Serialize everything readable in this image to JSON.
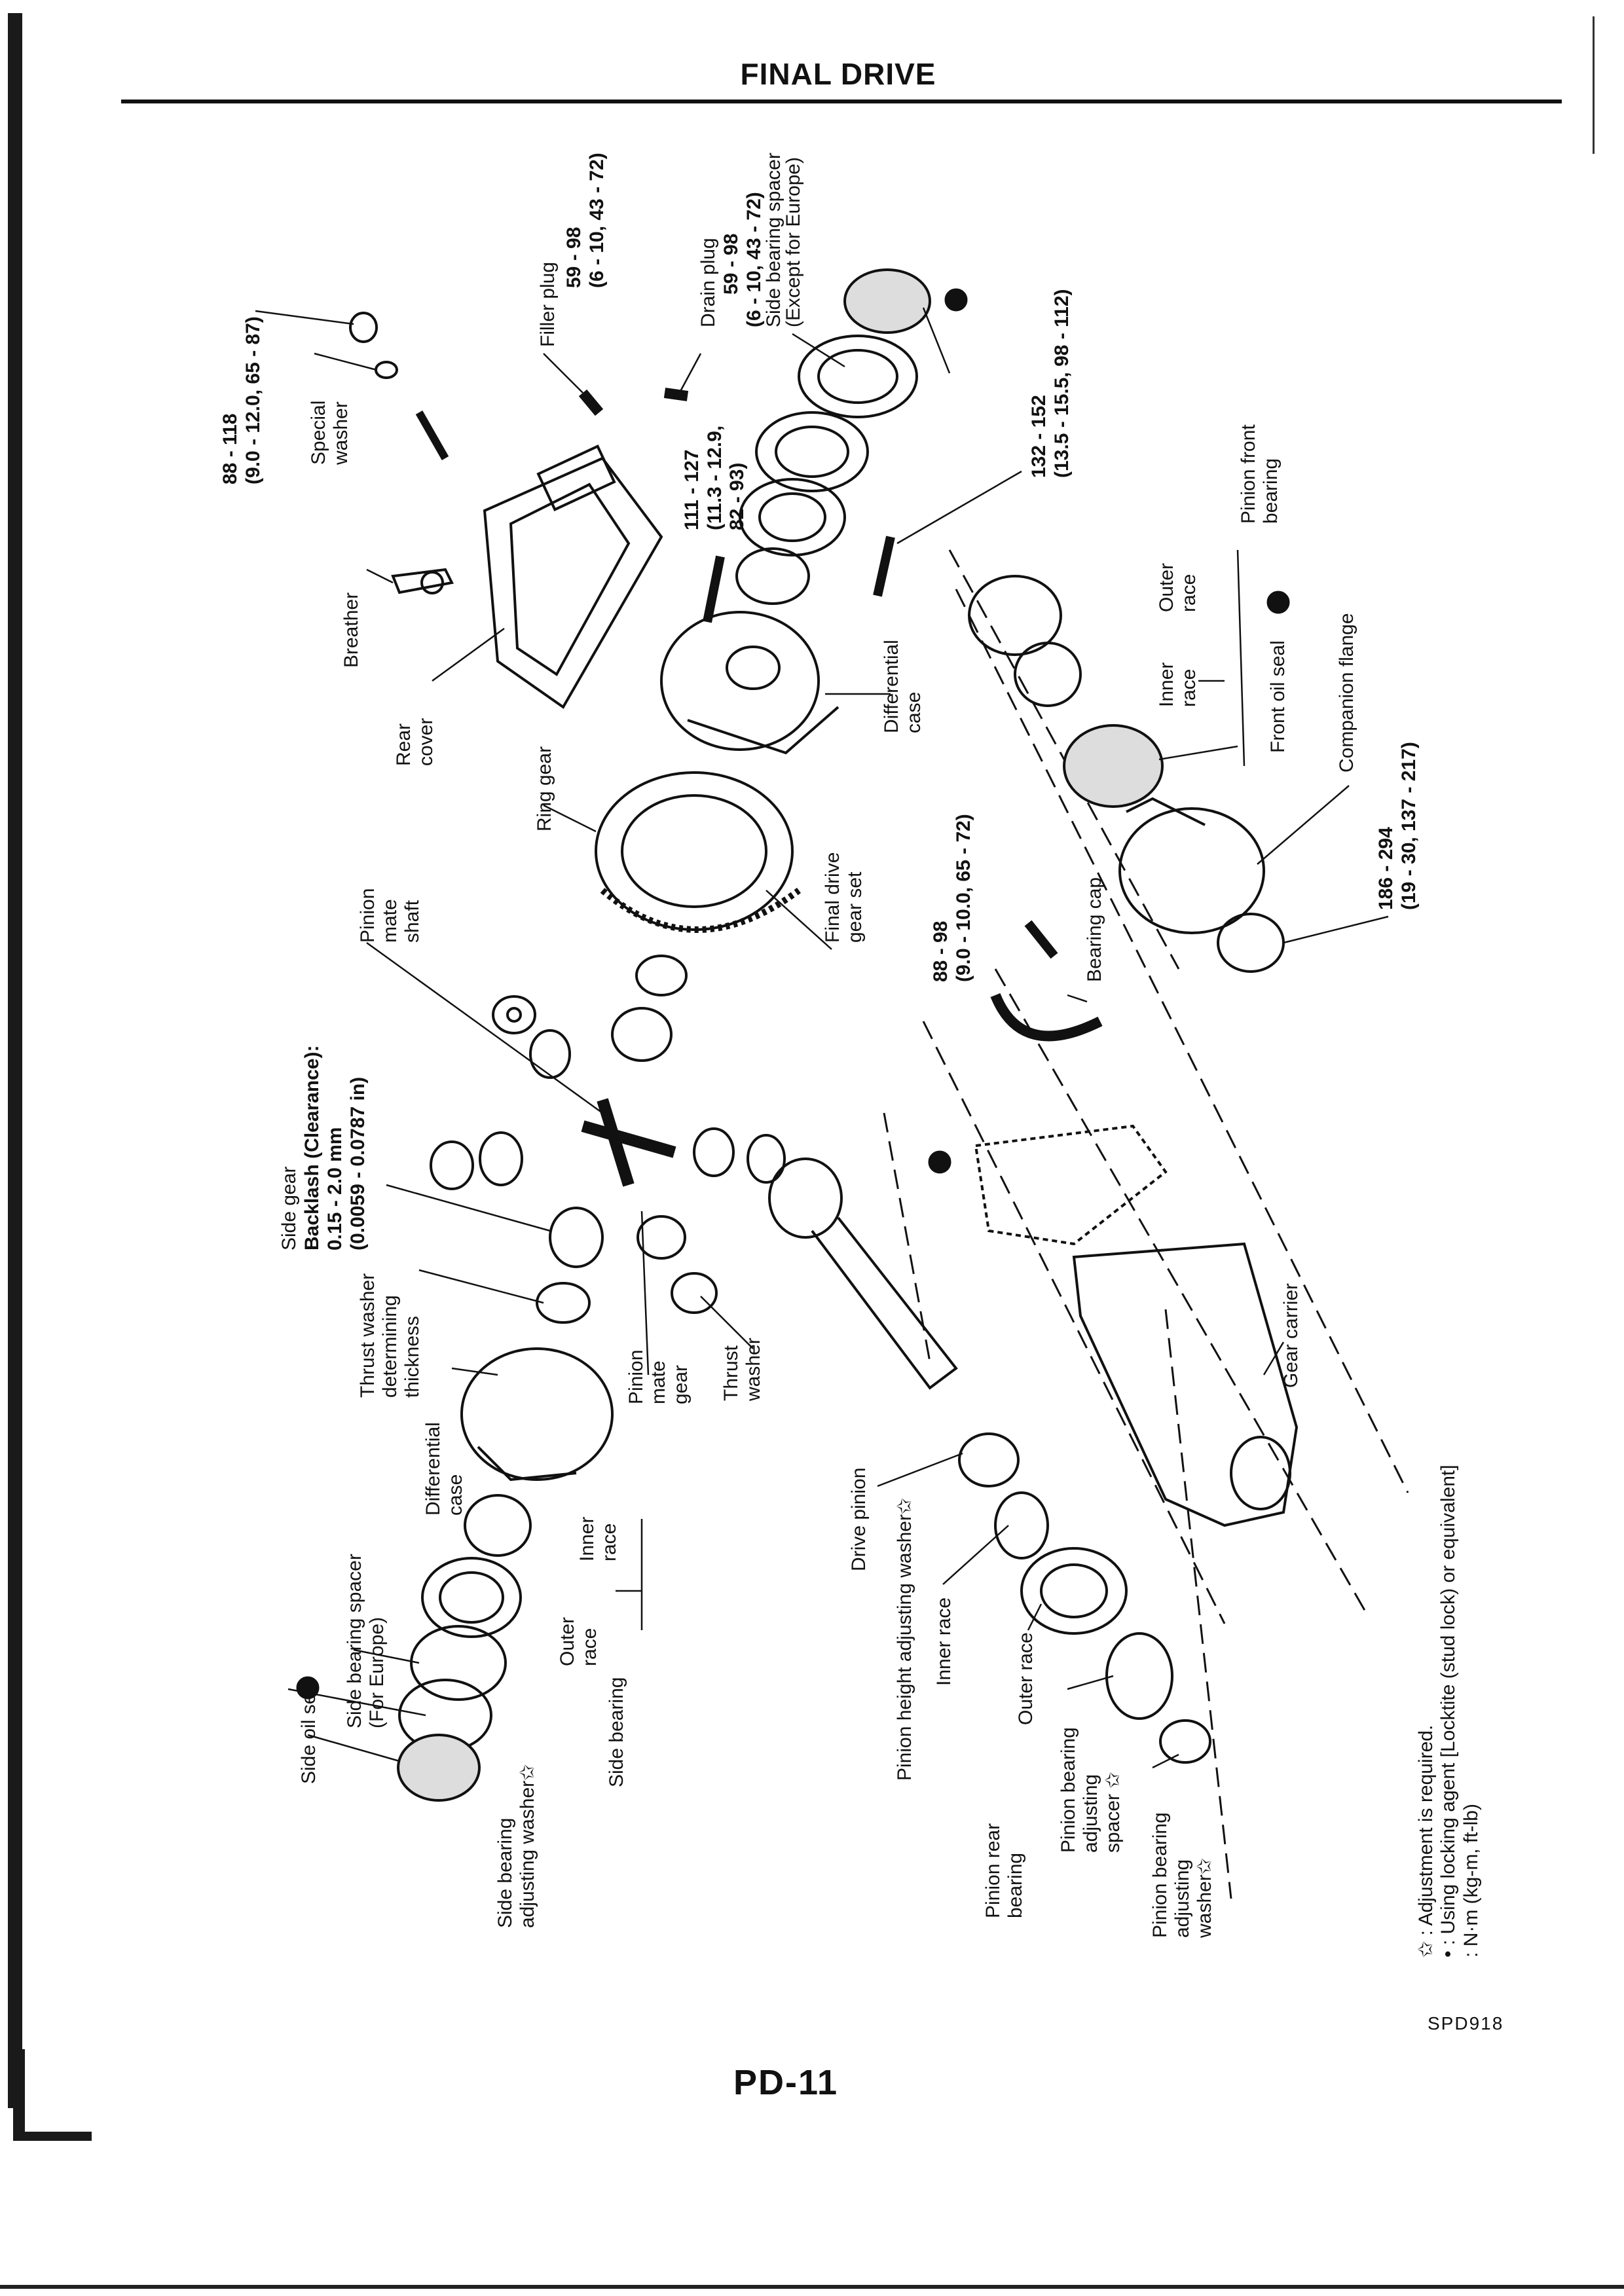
{
  "header": {
    "title": "FINAL DRIVE"
  },
  "labels": {
    "filler_plug": "Filler plug",
    "filler_torque_nm": "59 - 98",
    "filler_torque_alt": "(6 - 10, 43 - 72)",
    "drain_plug": "Drain plug",
    "drain_torque_nm": "59 - 98",
    "drain_torque_alt": "(6 - 10, 43 - 72)",
    "side_bearing_spacer_top": "Side bearing spacer",
    "side_bearing_spacer_top_note": "(Except for Europe)",
    "torque_88_118": "88 - 118",
    "torque_88_118_alt": "(9.0 - 12.0, 65 - 87)",
    "special_washer": "Special\nwasher",
    "breather": "Breather",
    "rear_cover": "Rear\ncover",
    "torque_111_127": "111 - 127",
    "torque_111_127_alt": "(11.3 - 12.9,\n82 - 93)",
    "torque_132_152": "132 - 152",
    "torque_132_152_alt": "(13.5 - 15.5, 98 - 112)",
    "pinion_front_bearing": "Pinion front\nbearing",
    "outer_race_top": "Outer\nrace",
    "inner_race_top": "Inner\nrace",
    "front_oil_seal": "Front oil seal",
    "companion_flange": "Companion flange",
    "ring_gear": "Ring gear",
    "differential_case_top": "Differential\ncase",
    "final_drive_gear_set": "Final drive\ngear set",
    "torque_186_294": "186 - 294",
    "torque_186_294_alt": "(19 - 30, 137 - 217)",
    "pinion_mate_shaft": "Pinion\nmate\nshaft",
    "torque_88_98": "88 - 98",
    "torque_88_98_alt": "(9.0 - 10.0, 65 - 72)",
    "bearing_cap": "Bearing cap",
    "side_gear": "Side gear",
    "backlash": "Backlash (Clearance):",
    "backlash_mm": "0.15 - 2.0 mm",
    "backlash_in": "(0.0059 - 0.0787 in)",
    "thrust_washer_thickness": "Thrust washer\ndetermining\nthickness",
    "differential_case_bottom": "Differential\ncase",
    "pinion_mate_gear": "Pinion\nmate\ngear",
    "thrust_washer": "Thrust\nwasher",
    "gear_carrier": "Gear carrier",
    "drive_pinion": "Drive pinion",
    "inner_race_bottom": "Inner\nrace",
    "outer_race_bottom": "Outer\nrace",
    "side_bearing": "Side bearing",
    "side_bearing_spacer_bottom": "Side bearing spacer\n(For Europe)",
    "side_oil_seal": "Side oil seal",
    "side_bearing_adjusting_washer": "Side bearing\nadjusting washer✩",
    "pinion_height_adjusting_washer": "Pinion height adjusting washer✩",
    "inner_race_pinion": "Inner race",
    "outer_race_pinion": "Outer race",
    "pinion_rear_bearing": "Pinion rear\nbearing",
    "pinion_bearing_adjusting_spacer": "Pinion bearing\nadjusting\nspacer ✩",
    "pinion_bearing_adjusting_washer": "Pinion bearing\nadjusting\nwasher✩"
  },
  "legend": {
    "adjust": "✩ : Adjustment is required.",
    "locking": "• : Using locking agent [Locktite (stud lock) or equivalent]",
    "units": ": N·m (kg-m, ft-lb)"
  },
  "footer": {
    "figure_code": "SPD918",
    "page_number": "PD-11"
  }
}
